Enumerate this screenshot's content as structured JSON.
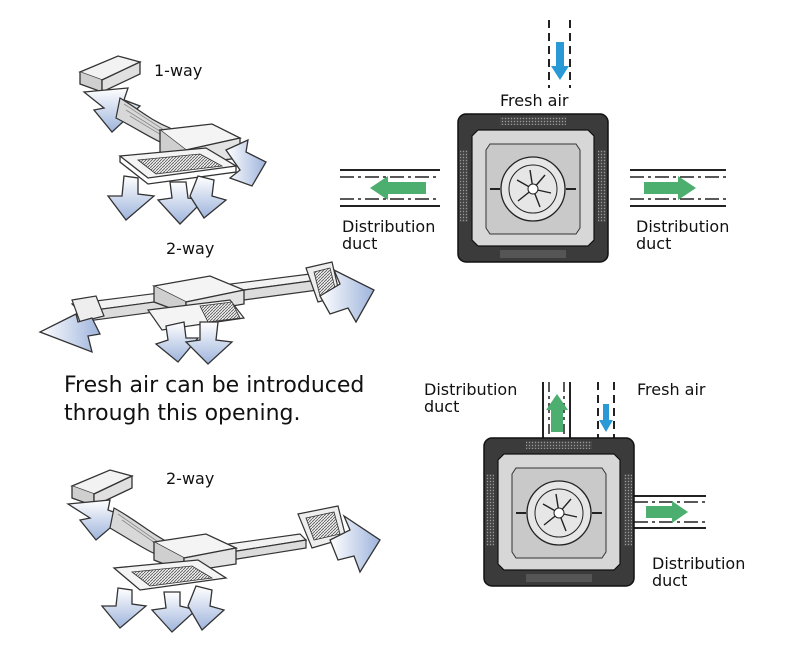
{
  "left": {
    "variant1": {
      "label": "1-way"
    },
    "variant2": {
      "label": "2-way"
    },
    "variant3": {
      "label": "2-way"
    },
    "note": {
      "line1": "Fresh air can be introduced",
      "line2": "through this opening."
    }
  },
  "right_top": {
    "fresh_air": "Fresh air",
    "duct_left": {
      "line1": "Distribution",
      "line2": "duct"
    },
    "duct_right": {
      "line1": "Distribution",
      "line2": "duct"
    }
  },
  "right_bottom": {
    "fresh_air": "Fresh air",
    "duct_top": {
      "line1": "Distribution",
      "line2": "duct"
    },
    "duct_right": {
      "line1": "Distribution",
      "line2": "duct"
    }
  },
  "colors": {
    "fresh_air_arrow": "#2a9ad6",
    "distribution_arrow": "#4cae6f",
    "airflow_fill": "#b9c9e6",
    "unit_body": "#3b3b3b",
    "unit_panel": "#d7d7d7"
  },
  "icons": [
    "fresh-air-arrow-icon",
    "distribution-arrow-icon",
    "airflow-arrow-icon",
    "fan-icon"
  ]
}
